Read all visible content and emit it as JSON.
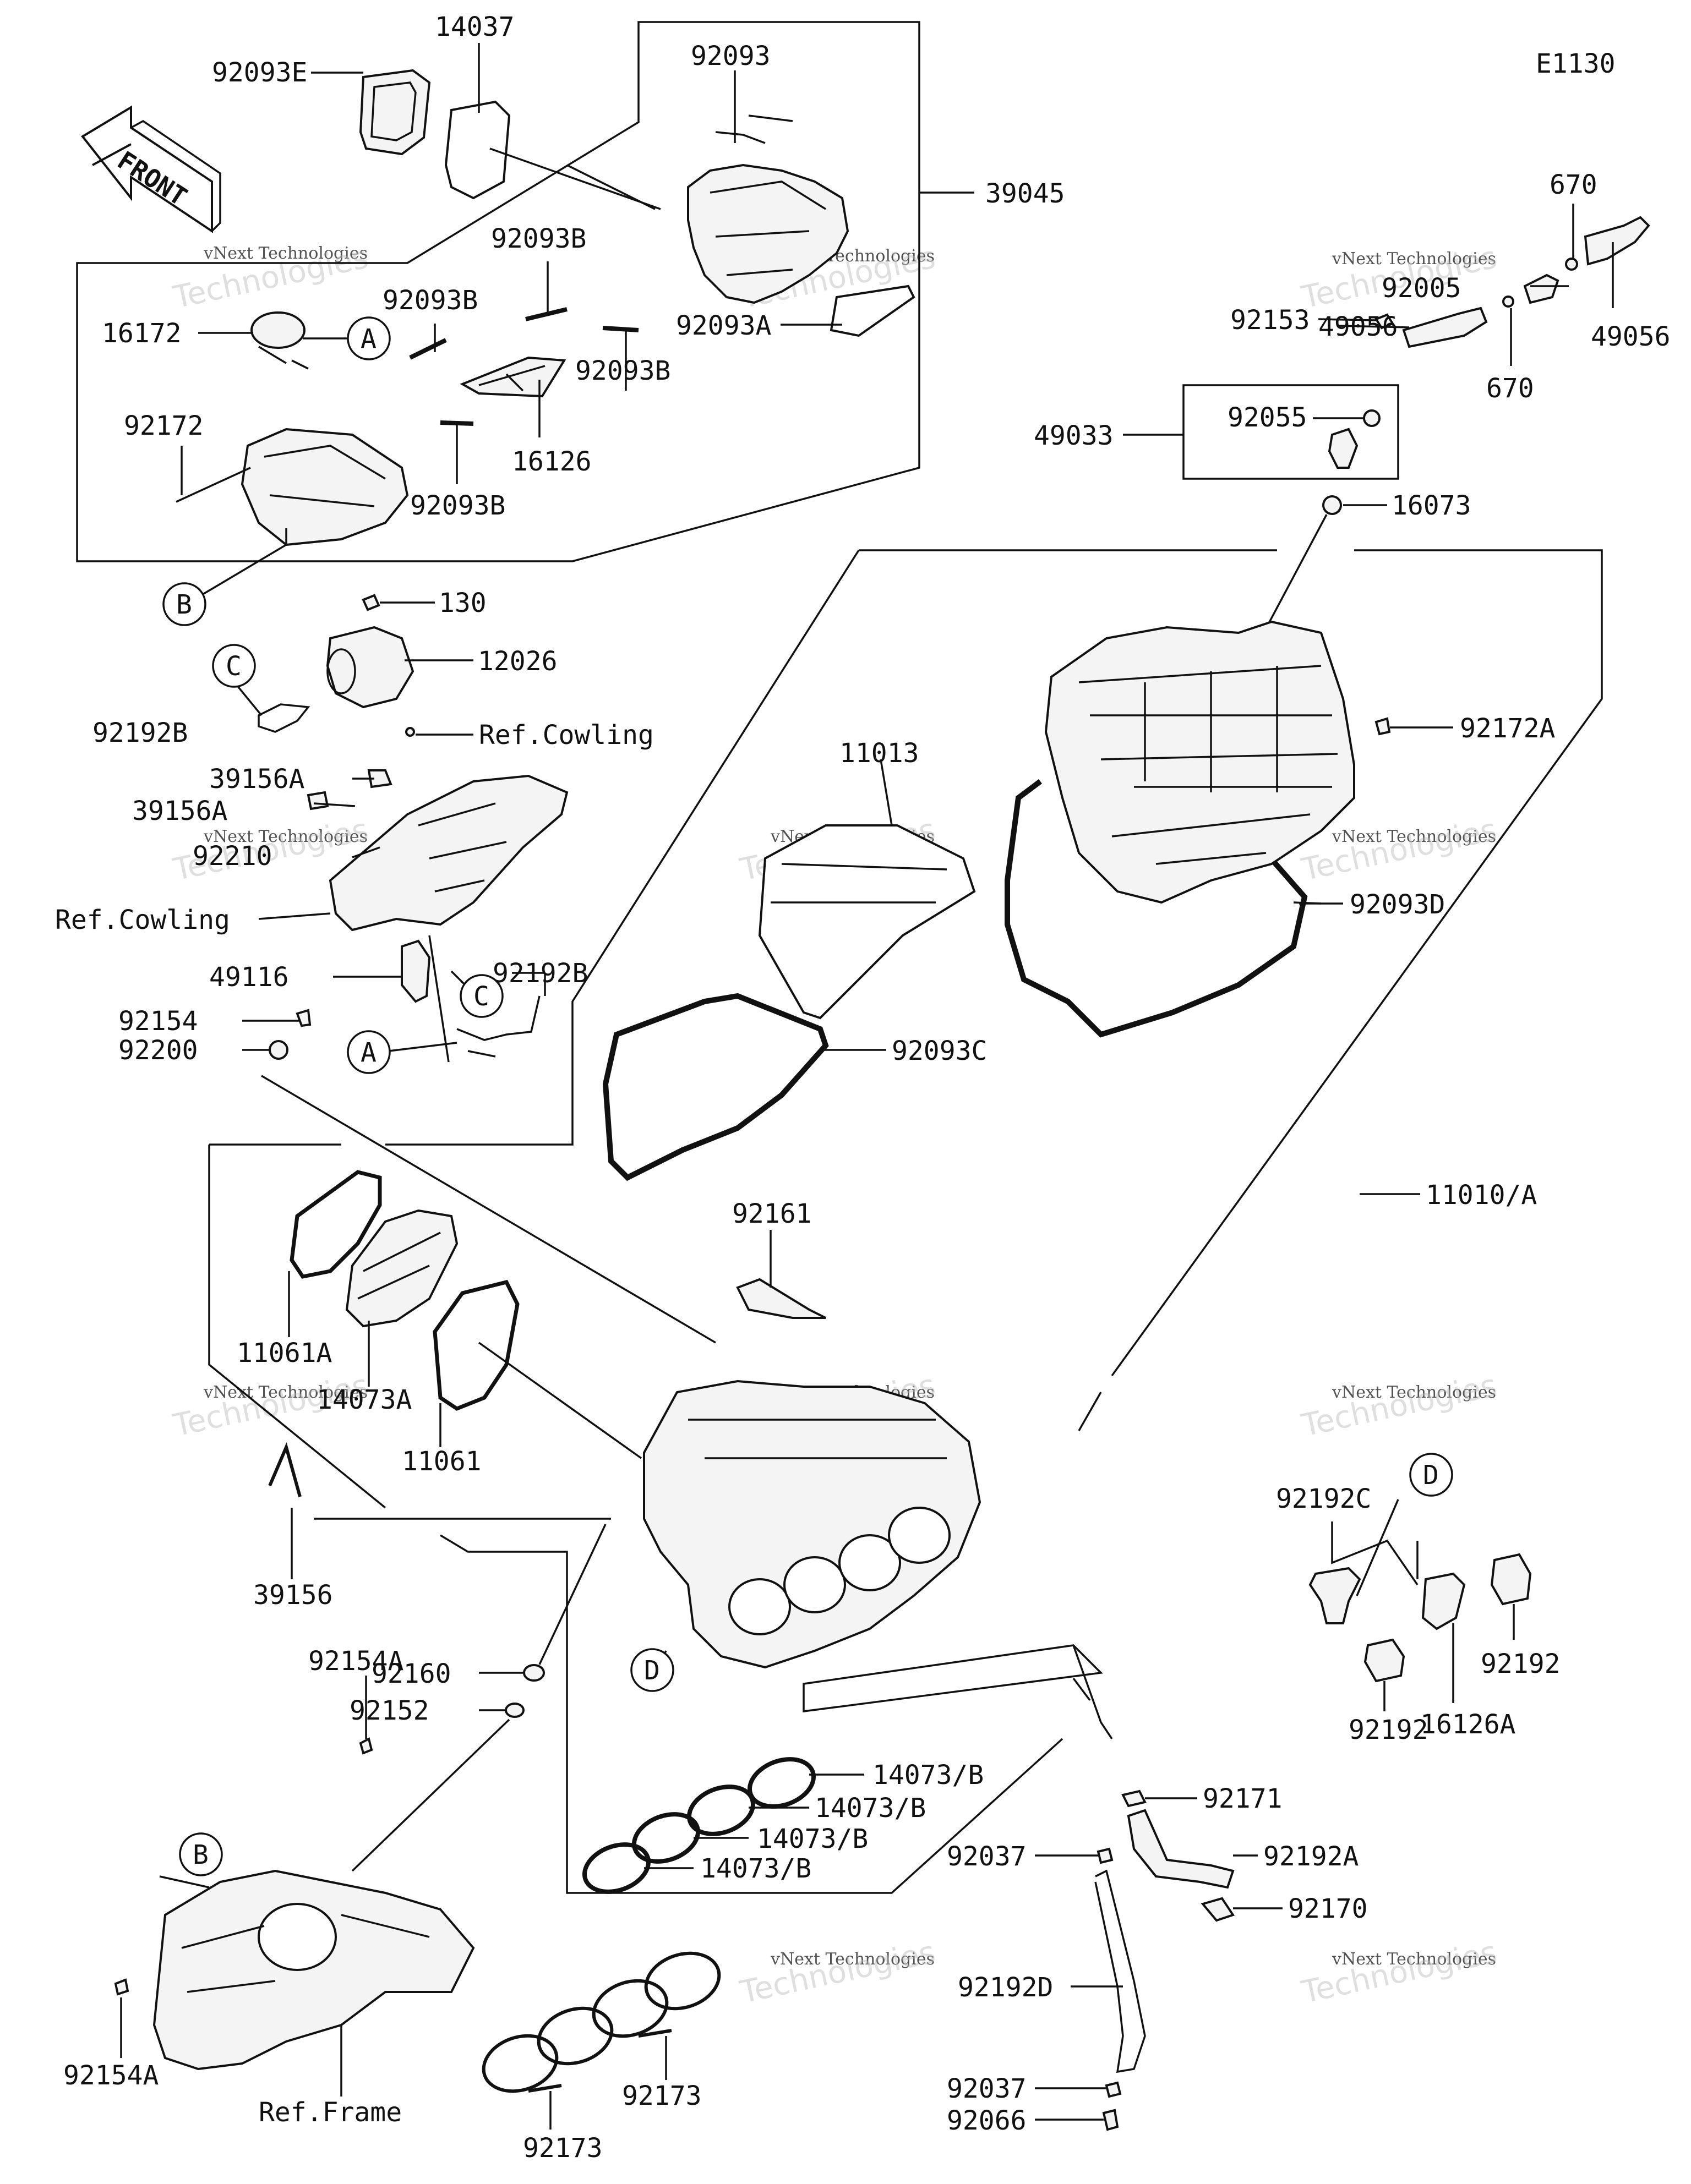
{
  "diagram_code": "E1130",
  "front_label": "FRONT",
  "watermark": {
    "company": "vNext Technologies",
    "short": "Technologies",
    "prefix": "vNext"
  },
  "callouts": {
    "a": "A",
    "b": "B",
    "c": "C",
    "d": "D"
  },
  "labels": {
    "p92093E": "92093E",
    "p14037": "14037",
    "p92093": "92093",
    "p39045": "39045",
    "p92093B_1": "92093B",
    "p92093B_2": "92093B",
    "p92093B_3": "92093B",
    "p92093B_4": "92093B",
    "p16172": "16172",
    "p92172": "92172",
    "p16126": "16126",
    "p92093A": "92093A",
    "p670_1": "670",
    "p670_2": "670",
    "p92005": "92005",
    "p92153": "92153",
    "p49056_1": "49056",
    "p49056_2": "49056",
    "p49033": "49033",
    "p92055": "92055",
    "p16073": "16073",
    "p130": "130",
    "p12026": "12026",
    "p92192B_1": "92192B",
    "p92192B_2": "92192B",
    "refCowling_1": "Ref.Cowling",
    "refCowling_2": "Ref.Cowling",
    "p39156A_1": "39156A",
    "p39156A_2": "39156A",
    "p92210": "92210",
    "p49116": "49116",
    "p92154": "92154",
    "p92200": "92200",
    "p11013": "11013",
    "p92172A": "92172A",
    "p92093D": "92093D",
    "p92093C": "92093C",
    "p11010A": "11010/A",
    "p92161": "92161",
    "p11061A": "11061A",
    "p14073A": "14073A",
    "p11061": "11061",
    "p39156": "39156",
    "p92160": "92160",
    "p92152": "92152",
    "p92154A_1": "92154A",
    "p92154A_2": "92154A",
    "refFrame": "Ref.Frame",
    "p14073B_1": "14073/B",
    "p14073B_2": "14073/B",
    "p14073B_3": "14073/B",
    "p14073B_4": "14073/B",
    "p92173_1": "92173",
    "p92173_2": "92173",
    "p92192C": "92192C",
    "p92192_1": "92192",
    "p92192_2": "92192",
    "p16126A": "16126A",
    "p92171": "92171",
    "p92037_1": "92037",
    "p92037_2": "92037",
    "p92192A": "92192A",
    "p92170": "92170",
    "p92192D": "92192D",
    "p92066": "92066"
  }
}
